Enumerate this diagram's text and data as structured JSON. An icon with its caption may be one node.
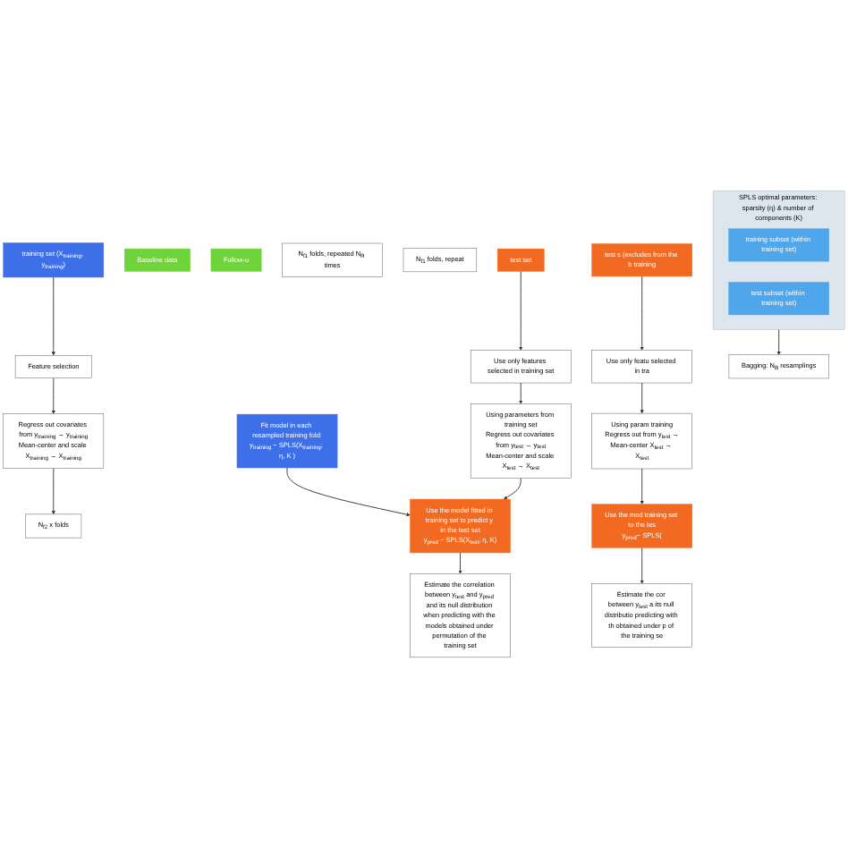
{
  "diagram": {
    "nodes": [
      {
        "text": [
          "Baseline data"
        ]
      },
      {
        "text": [
          "Follow-u"
        ]
      },
      {
        "text": [
          "N$_{f1}$ folds, repeated N$_{R}$ times"
        ]
      },
      {
        "text": [
          "N$_{f1}$ folds, repeat"
        ]
      },
      {
        "text": [
          "training set (X$_{training}$, y$_{training}$)"
        ]
      },
      {
        "text": [
          "test set"
        ]
      },
      {
        "text": [
          "test s (excludes from the b training"
        ]
      },
      {
        "text": [
          "Feature selection"
        ]
      },
      {
        "text": [
          "Use only features selected in training set"
        ]
      },
      {
        "text": [
          "Use only featu selected in tra"
        ]
      },
      {
        "text": [
          "Regress out covariates from y$_{training}$ → y$_{training}$",
          "Mean-center and scale X$_{training}$ → X$_{training}$"
        ]
      },
      {
        "text": [
          "Using parameters from training set",
          "Regress out covariates from y$_{test}$ → y$_{test}$",
          "Mean-center and scale X$_{test}$ → X$_{test}$"
        ]
      },
      {
        "text": [
          "Using param training",
          "Regress out from y$_{test}$ →",
          "Mean-center X$_{test}$ → X$_{test}$"
        ]
      },
      {
        "text": [
          "N$_{f2}$ x folds"
        ]
      },
      {
        "text": [
          "SPLS optimal parameters: sparsity (η) & number of components (K)"
        ]
      },
      {
        "text": [
          "training subset (within training set)"
        ],
        "in": 14
      },
      {
        "text": [
          "test subset (within training set)"
        ],
        "in": 14
      },
      {
        "text": [
          "Bagging: N$_{B}$ resamplings"
        ]
      },
      {
        "text": [
          "Fit model in each resampled training fold:",
          "y$_{training}$ ~ SPLS(X$_{training}$; η, K )"
        ]
      },
      {
        "text": [
          "Use the model fitted in training set to predict y in the test set",
          "y$_{pred}$ ~ SPLS(X$_{test}$; η, K)"
        ]
      },
      {
        "text": [
          "Use the mod training set to the tes",
          "y$_{pred}$~ SPLS("
        ]
      },
      {
        "text": [
          "Estimate the correlation between y$_{test}$ and y$_{pred}$ and its null distribution when predicting with the models obtained under permutation of the training set"
        ]
      },
      {
        "text": [
          "Estimate the cor between y$_{test}$ a its null distributio predicting with th obtained under p of the training se"
        ]
      }
    ],
    "edges": [
      {
        "from": 4,
        "to": 7,
        "arrow": "to"
      },
      {
        "from": 7,
        "to": 10,
        "arrow": "to"
      },
      {
        "from": 10,
        "to": 13,
        "arrow": "to"
      },
      {
        "from": 14,
        "to": 17,
        "arrow": "to"
      },
      {
        "from": 18,
        "to": 19,
        "arrow": "to"
      },
      {
        "from": 5,
        "to": 8,
        "arrow": "to"
      },
      {
        "from": 8,
        "to": 11,
        "arrow": "to"
      },
      {
        "from": 11,
        "to": 19,
        "arrow": "to"
      },
      {
        "from": 19,
        "to": 21,
        "arrow": "to"
      },
      {
        "from": 6,
        "to": 9,
        "arrow": "to"
      },
      {
        "from": 9,
        "to": 12,
        "arrow": "to"
      },
      {
        "from": 12,
        "to": 20,
        "arrow": "to"
      },
      {
        "from": 20,
        "to": 22,
        "arrow": "to"
      }
    ]
  }
}
